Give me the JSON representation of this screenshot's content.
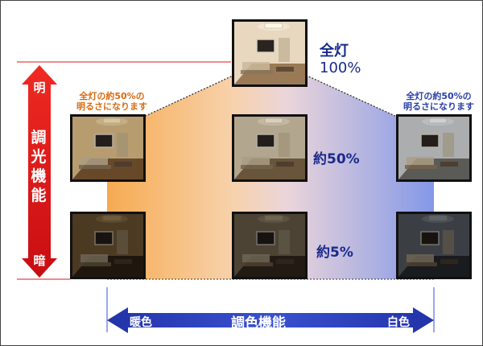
{
  "dimming": {
    "bright_label": "明",
    "dark_label": "暗",
    "title": "調光機能"
  },
  "levels": {
    "full_line1": "全灯",
    "full_line2": "100%",
    "half": "約50%",
    "low": "約5%"
  },
  "captions": {
    "warm": [
      "全灯の約50%の",
      "明るさになります"
    ],
    "cool": [
      "全灯の約50%の",
      "明るさになります"
    ]
  },
  "color_tuning": {
    "title": "調色機能",
    "warm_label": "暖色",
    "cool_label": "白色"
  },
  "colors": {
    "bar_red": "#e0141a",
    "bar_blue": "#2e3fb8",
    "warm": "#f5a040",
    "cool": "#7f93e8",
    "label_navy": "#1a2a8c",
    "caption_orange": "#d96a10"
  }
}
